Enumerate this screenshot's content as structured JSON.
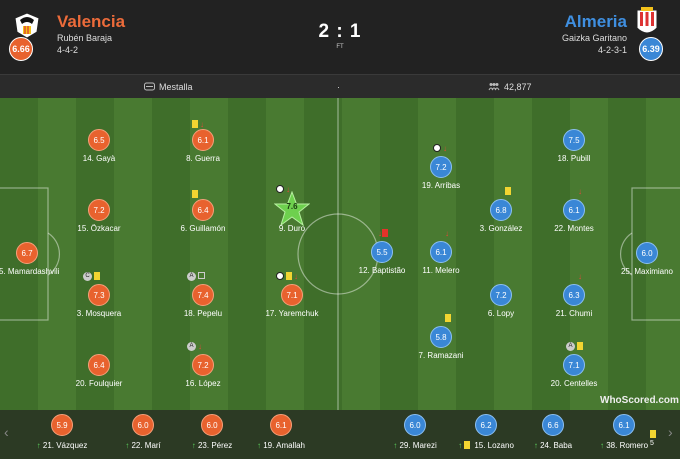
{
  "header": {
    "home": {
      "name": "Valencia",
      "coach": "Rubén Baraja",
      "formation": "4-4-2",
      "rating": "6.66"
    },
    "away": {
      "name": "Almeria",
      "coach": "Gaizka Garitano",
      "formation": "4-2-3-1",
      "rating": "6.39"
    },
    "score": "2 : 1",
    "status": "FT"
  },
  "info": {
    "venue": "Mestalla",
    "separator": "·",
    "attendance": "42,877"
  },
  "home_players": [
    {
      "label": "14. Gayà",
      "rating": "6.5"
    },
    {
      "label": "8. Guerra",
      "rating": "6.1"
    },
    {
      "label": "15. Özkacar",
      "rating": "7.2"
    },
    {
      "label": "6. Guillamón",
      "rating": "6.4"
    },
    {
      "label": "9. Duro",
      "rating": "7.6"
    },
    {
      "label": "25. Mamardashvili",
      "rating": "6.7"
    },
    {
      "label": "3. Mosquera",
      "rating": "7.3"
    },
    {
      "label": "18. Pepelu",
      "rating": "7.4"
    },
    {
      "label": "17. Yaremchuk",
      "rating": "7.1"
    },
    {
      "label": "20. Foulquier",
      "rating": "6.4"
    },
    {
      "label": "16. López",
      "rating": "7.2"
    }
  ],
  "away_players": [
    {
      "label": "18. Pubill",
      "rating": "7.5"
    },
    {
      "label": "19. Arribas",
      "rating": "7.2"
    },
    {
      "label": "3. González",
      "rating": "6.8"
    },
    {
      "label": "22. Montes",
      "rating": "6.1"
    },
    {
      "label": "12. Baptistão",
      "rating": "5.5"
    },
    {
      "label": "11. Melero",
      "rating": "6.1"
    },
    {
      "label": "25. Maximiano",
      "rating": "6.0"
    },
    {
      "label": "6. Lopy",
      "rating": "7.2"
    },
    {
      "label": "21. Chumi",
      "rating": "6.3"
    },
    {
      "label": "7. Ramazani",
      "rating": "5.8"
    },
    {
      "label": "20. Centelles",
      "rating": "7.1"
    }
  ],
  "home_subs": [
    {
      "label": "21. Vázquez",
      "rating": "5.9"
    },
    {
      "label": "22. Marí",
      "rating": "6.0"
    },
    {
      "label": "23. Pérez",
      "rating": "6.0"
    },
    {
      "label": "19. Amallah",
      "rating": "6.1"
    }
  ],
  "away_subs": [
    {
      "label": "29. Marezi",
      "rating": "6.0"
    },
    {
      "label": "15. Lozano",
      "rating": "6.2"
    },
    {
      "label": "24. Baba",
      "rating": "6.6"
    },
    {
      "label": "38. Romero",
      "rating": "6.1"
    },
    {
      "label": "5",
      "rating": ""
    }
  ],
  "watermark": "WhoScored.com",
  "colors": {
    "home": "#e8622e",
    "away": "#3a87d6",
    "pitch_light": "#497a31",
    "pitch_dark": "#3f6e2a"
  }
}
